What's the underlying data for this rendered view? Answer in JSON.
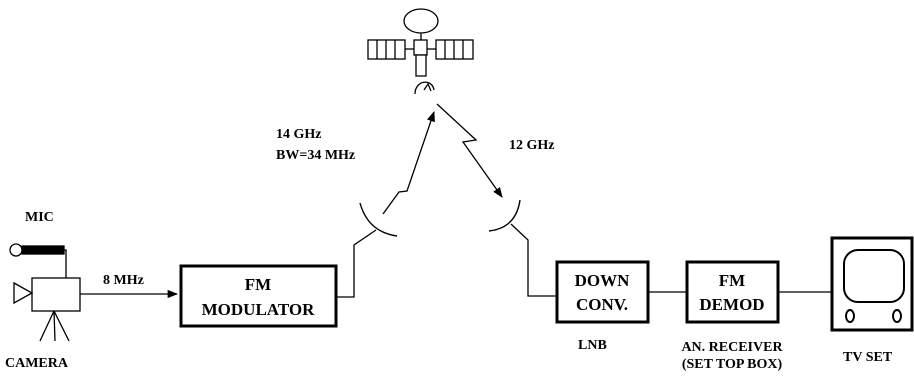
{
  "diagram": {
    "labels": {
      "mic": "MIC",
      "camera": "CAMERA",
      "baseband_freq": "8 MHz",
      "uplink_freq": "14 GHz",
      "uplink_bw": "BW=34 MHz",
      "downlink_freq": "12 GHz",
      "lnb": "LNB",
      "receiver_line1": "AN. RECEIVER",
      "receiver_line2": "(SET TOP BOX)",
      "tv_set": "TV SET"
    },
    "blocks": {
      "modulator_line1": "FM",
      "modulator_line2": "MODULATOR",
      "downconv_line1": "DOWN",
      "downconv_line2": "CONV.",
      "demod_line1": "FM",
      "demod_line2": "DEMOD"
    },
    "colors": {
      "stroke": "#000000",
      "background": "#ffffff"
    }
  }
}
